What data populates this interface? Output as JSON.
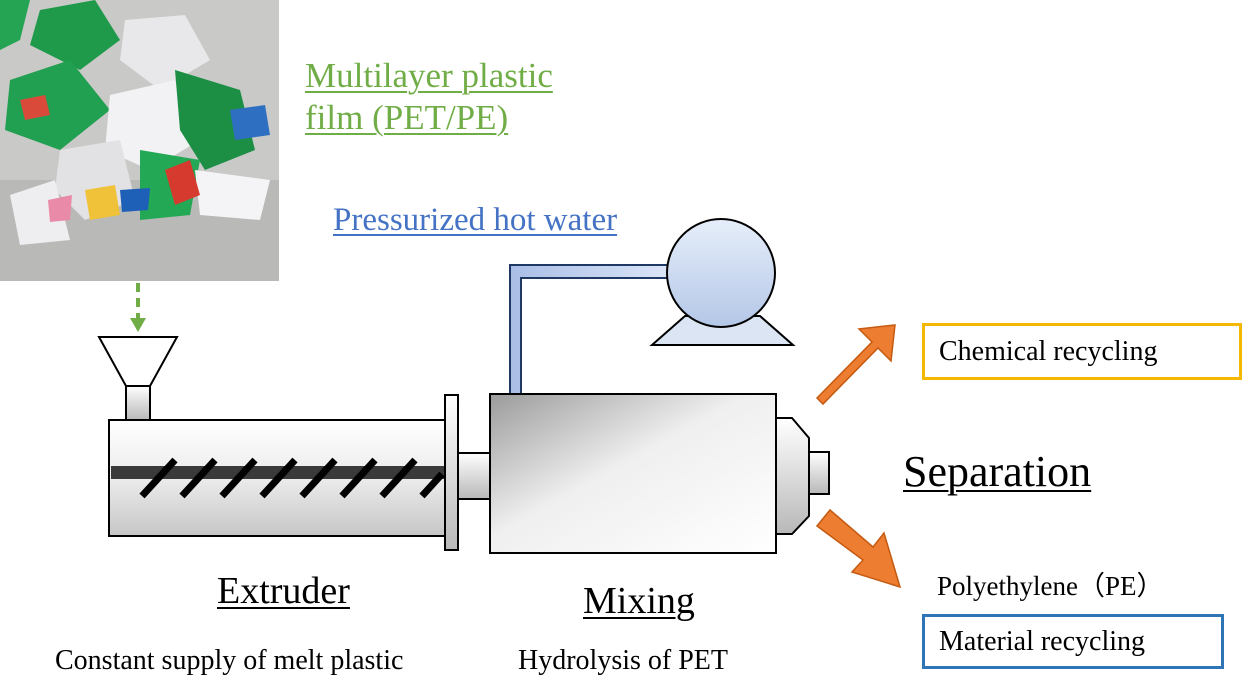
{
  "texts": {
    "film_title": "Multilayer plastic film (PET/PE)",
    "water_title": "Pressurized hot water",
    "extruder_label": "Extruder",
    "extruder_caption": "Constant supply of melt plastic",
    "mixing_label": "Mixing",
    "mixing_caption": "Hydrolysis of PET",
    "separation_label": "Separation",
    "chemical_box": "Chemical recycling",
    "pe_label": "Polyethylene（PE）",
    "material_box": "Material recycling"
  },
  "colors": {
    "film_title": "#70AD47",
    "water_title": "#4472C4",
    "arrow_orange": "#ED7D31",
    "chemical_border": "#F5B800",
    "material_border": "#2E75B6",
    "dashed_arrow": "#70AD47"
  },
  "icons": {
    "photo": "plastic-film-photo",
    "pump": "pump-icon",
    "hopper": "hopper-icon"
  }
}
